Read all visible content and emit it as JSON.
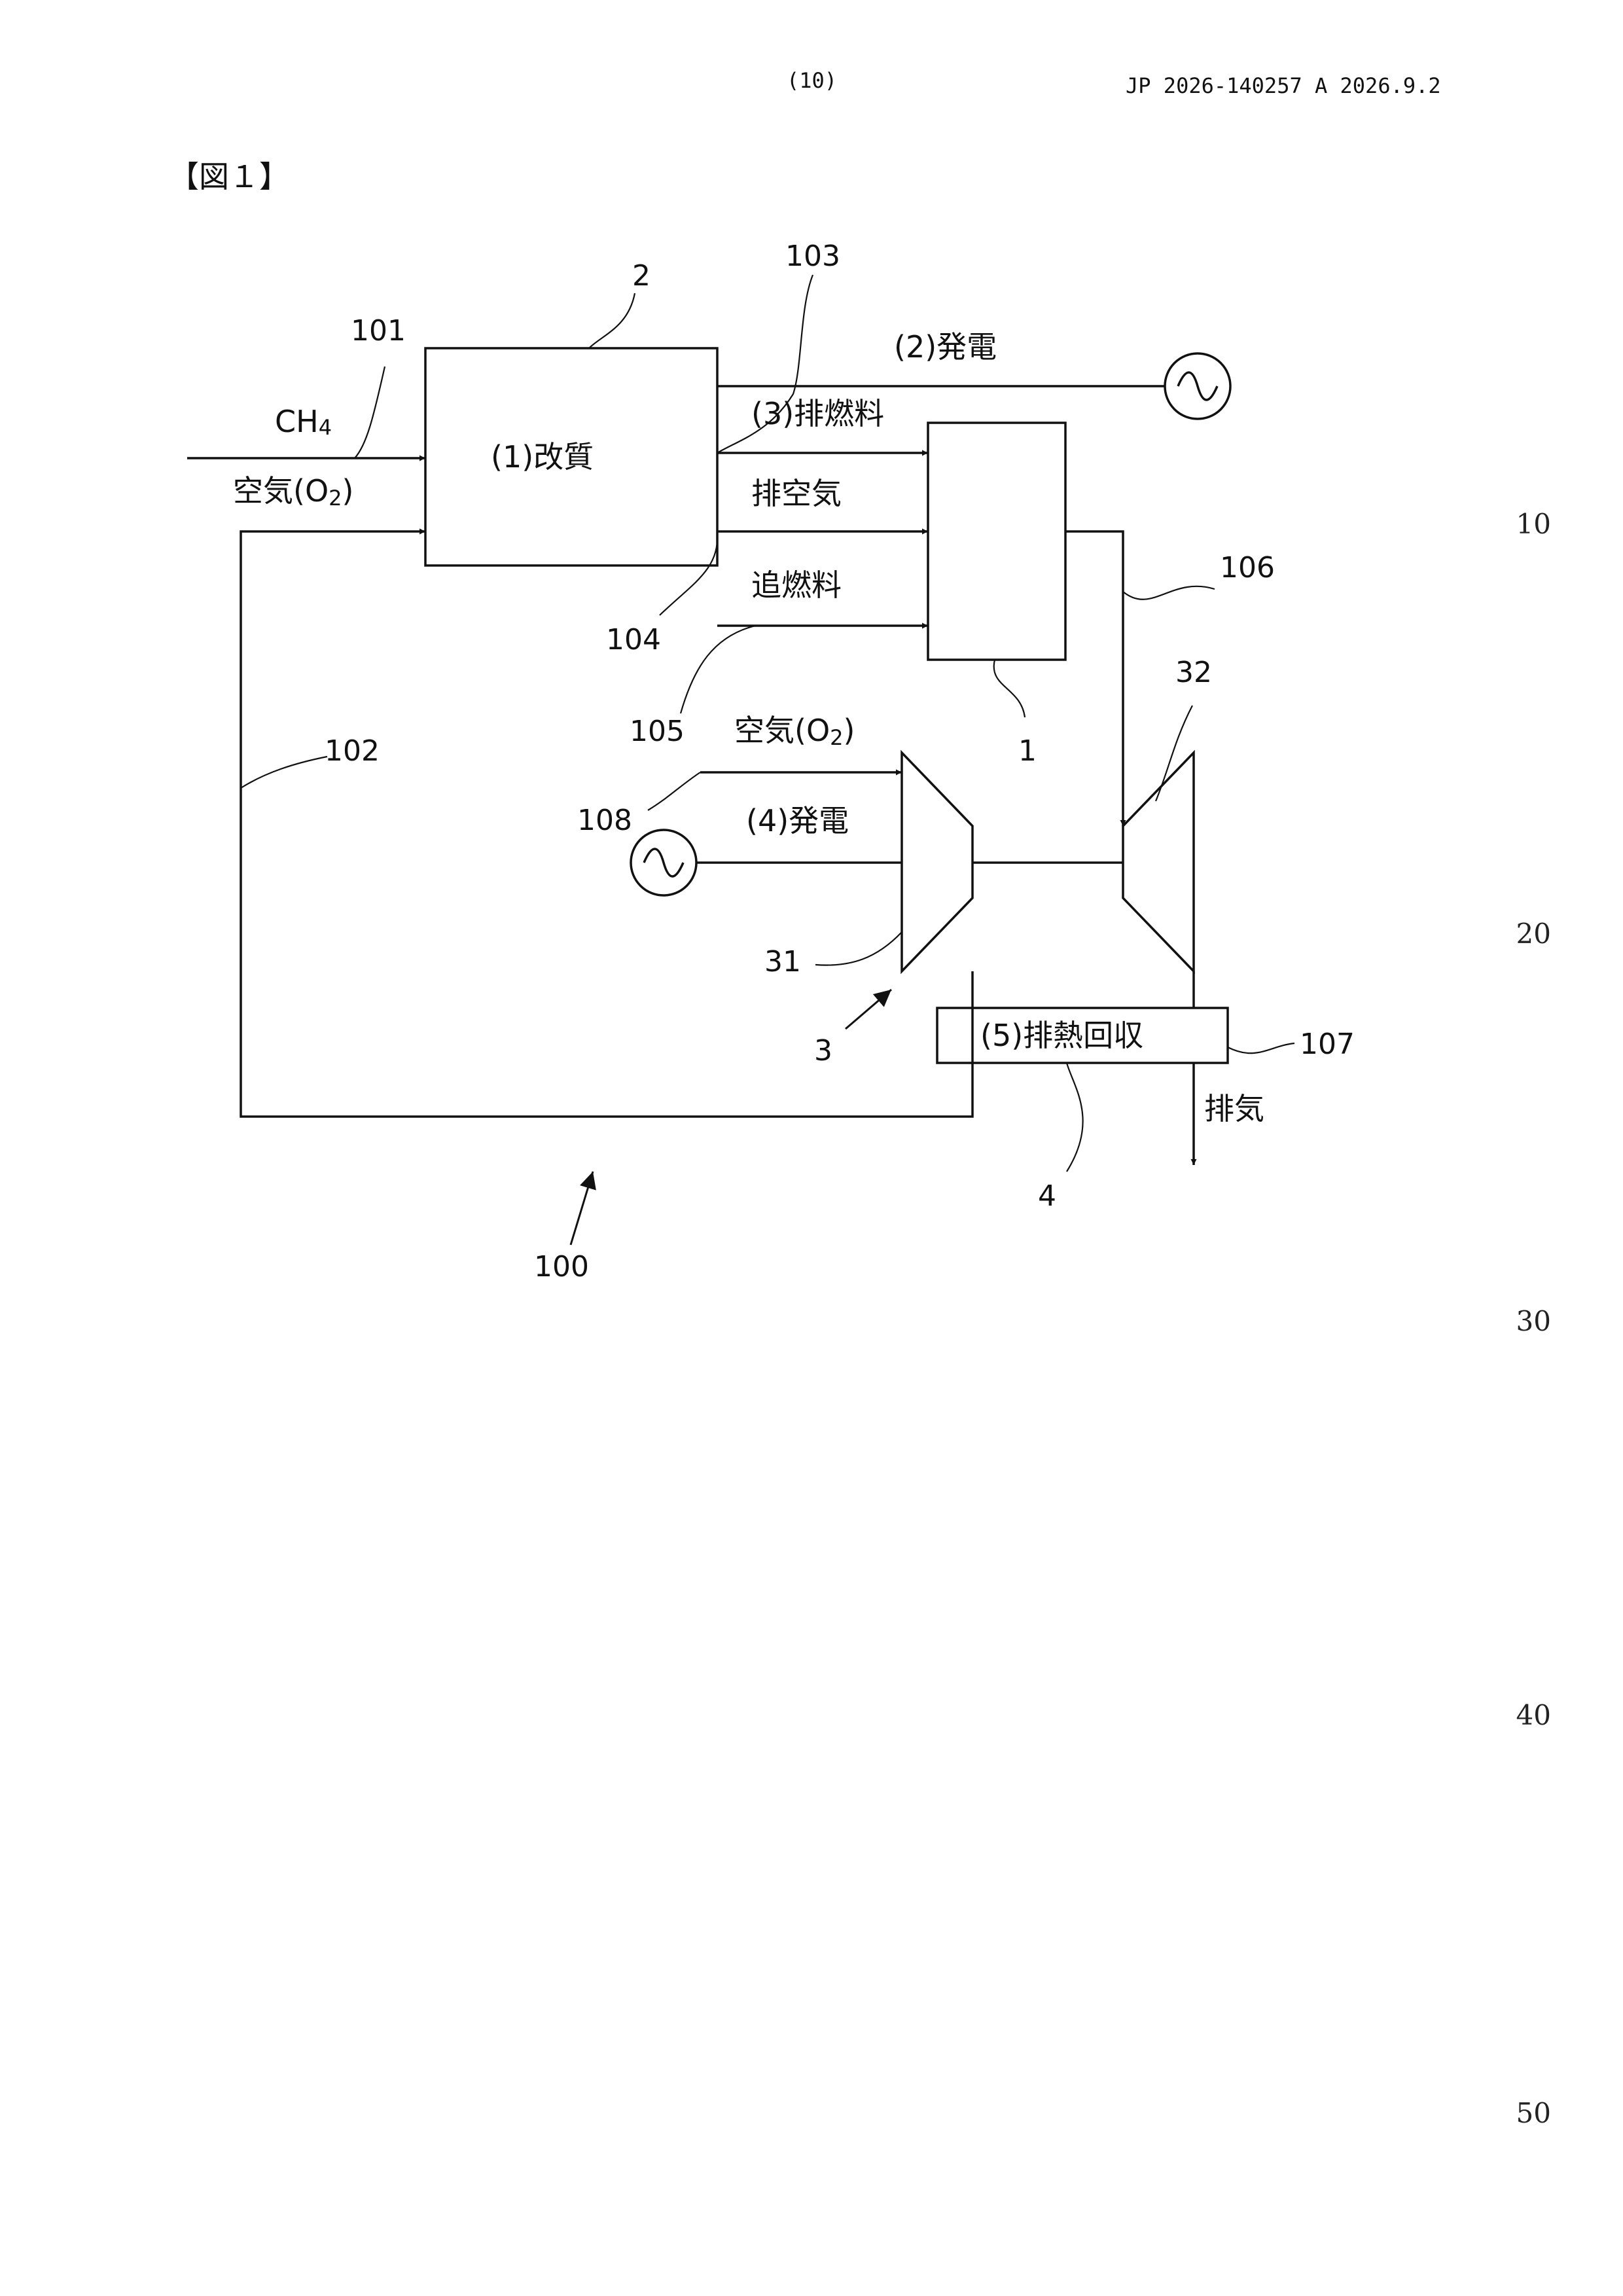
{
  "header": {
    "page_number": "(10)",
    "publication": "JP 2026-140257 A 2026.9.2"
  },
  "figure": {
    "title": "【図１】",
    "labels": {
      "reforming": "(1)改質",
      "power_gen_2": "(2)発電",
      "exhaust_fuel": "(3)排燃料",
      "exhaust_air": "排空気",
      "additional_fuel": "追燃料",
      "air_o2_top": "空気(O",
      "air_o2_top_sub": "2",
      "air_o2_top_end": ")",
      "ch": "CH",
      "ch_sub": "4",
      "air_o2_mid": "空気(O",
      "air_o2_mid_sub": "2",
      "air_o2_mid_end": ")",
      "power_gen_4": "(4)発電",
      "heat_recovery": "(5)排熱回収",
      "exhaust": "排気"
    },
    "refs": {
      "r2": "2",
      "r101": "101",
      "r103": "103",
      "r106": "106",
      "r104": "104",
      "r105": "105",
      "r1": "1",
      "r32": "32",
      "r102": "102",
      "r108": "108",
      "r31": "31",
      "r3": "3",
      "r107": "107",
      "r4": "4",
      "r100": "100"
    }
  },
  "line_numbers": [
    "10",
    "20",
    "30",
    "40",
    "50"
  ]
}
